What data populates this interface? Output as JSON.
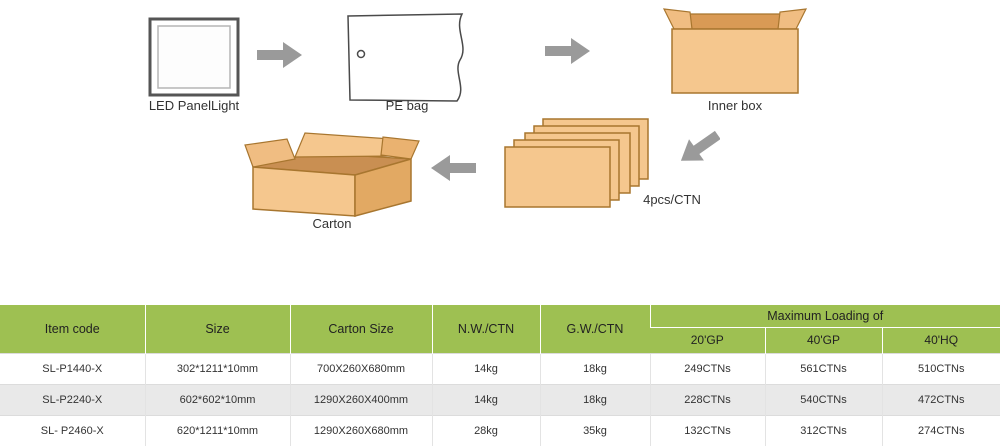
{
  "diagram": {
    "labels": {
      "panel": "LED PanelLight",
      "pe_bag": "PE bag",
      "inner_box": "Inner  box",
      "pcs_ctn": "4pcs/CTN",
      "carton": "Carton"
    },
    "colors": {
      "box_fill": "#f5c78e",
      "box_fill_dark": "#e2a963",
      "box_stroke": "#a8762f",
      "arrow_gray": "#9a9a9a",
      "panel_stroke": "#555555"
    }
  },
  "table": {
    "accent_green": "#9ec052",
    "headers": {
      "item_code": "Item code",
      "size": "Size",
      "carton_size": "Carton Size",
      "nw": "N.W./CTN",
      "gw": "G.W./CTN",
      "max_loading": "Maximum Loading of",
      "gp20": "20'GP",
      "gp40": "40'GP",
      "hq40": "40'HQ"
    },
    "rows": [
      {
        "item_code": "SL-P1440-X",
        "size": "302*1211*10mm",
        "carton_size": "700X260X680mm",
        "nw": "14kg",
        "gw": "18kg",
        "gp20": "249CTNs",
        "gp40": "561CTNs",
        "hq40": "510CTNs"
      },
      {
        "item_code": "SL-P2240-X",
        "size": "602*602*10mm",
        "carton_size": "1290X260X400mm",
        "nw": "14kg",
        "gw": "18kg",
        "gp20": "228CTNs",
        "gp40": "540CTNs",
        "hq40": "472CTNs"
      },
      {
        "item_code": "SL- P2460-X",
        "size": "620*1211*10mm",
        "carton_size": "1290X260X680mm",
        "nw": "28kg",
        "gw": "35kg",
        "gp20": "132CTNs",
        "gp40": "312CTNs",
        "hq40": "274CTNs"
      }
    ]
  }
}
